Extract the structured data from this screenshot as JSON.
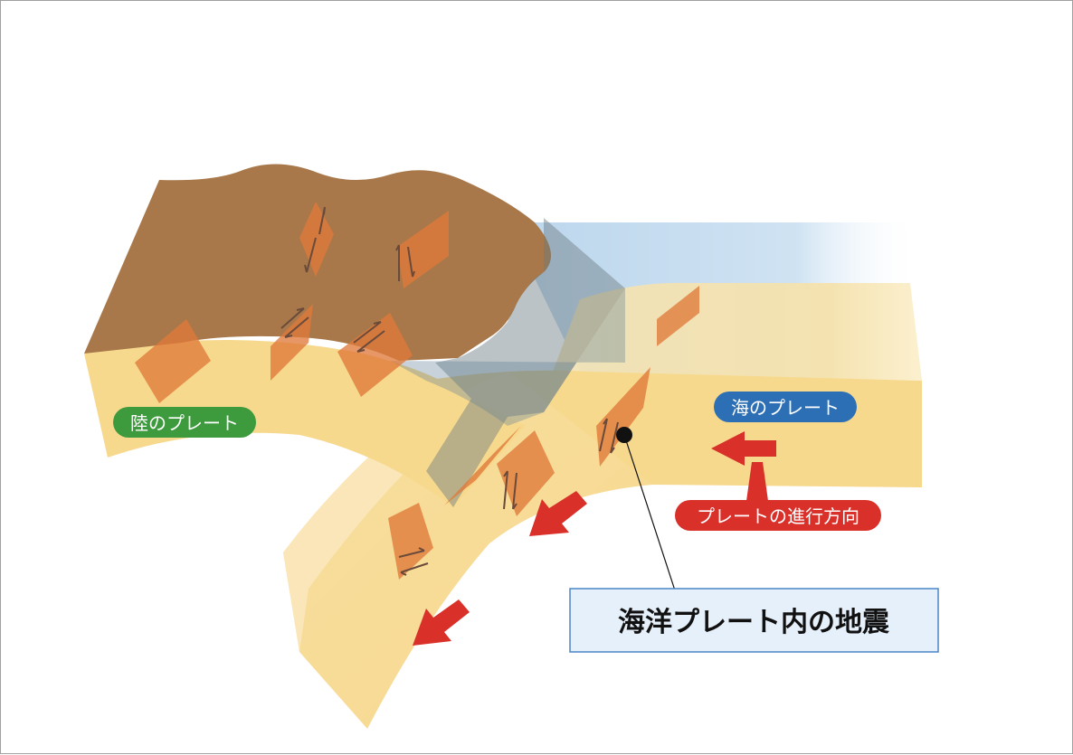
{
  "labels": {
    "continental_plate": "陸のプレート",
    "oceanic_plate": "海のプレート",
    "plate_motion": "プレートの進行方向",
    "title": "海洋プレート内の地震"
  },
  "colors": {
    "land_top": "#a8784a",
    "land_body": "#f7d98e",
    "sea": "#bcd6ec",
    "continental_label_bg": "#3d9a3d",
    "oceanic_label_bg": "#2d6fb5",
    "motion_label_bg": "#d9302a",
    "arrow": "#d9302a",
    "fault": "#e07a3a",
    "title_box_bg": "#e6f0fa",
    "title_box_border": "#4a86c5"
  }
}
